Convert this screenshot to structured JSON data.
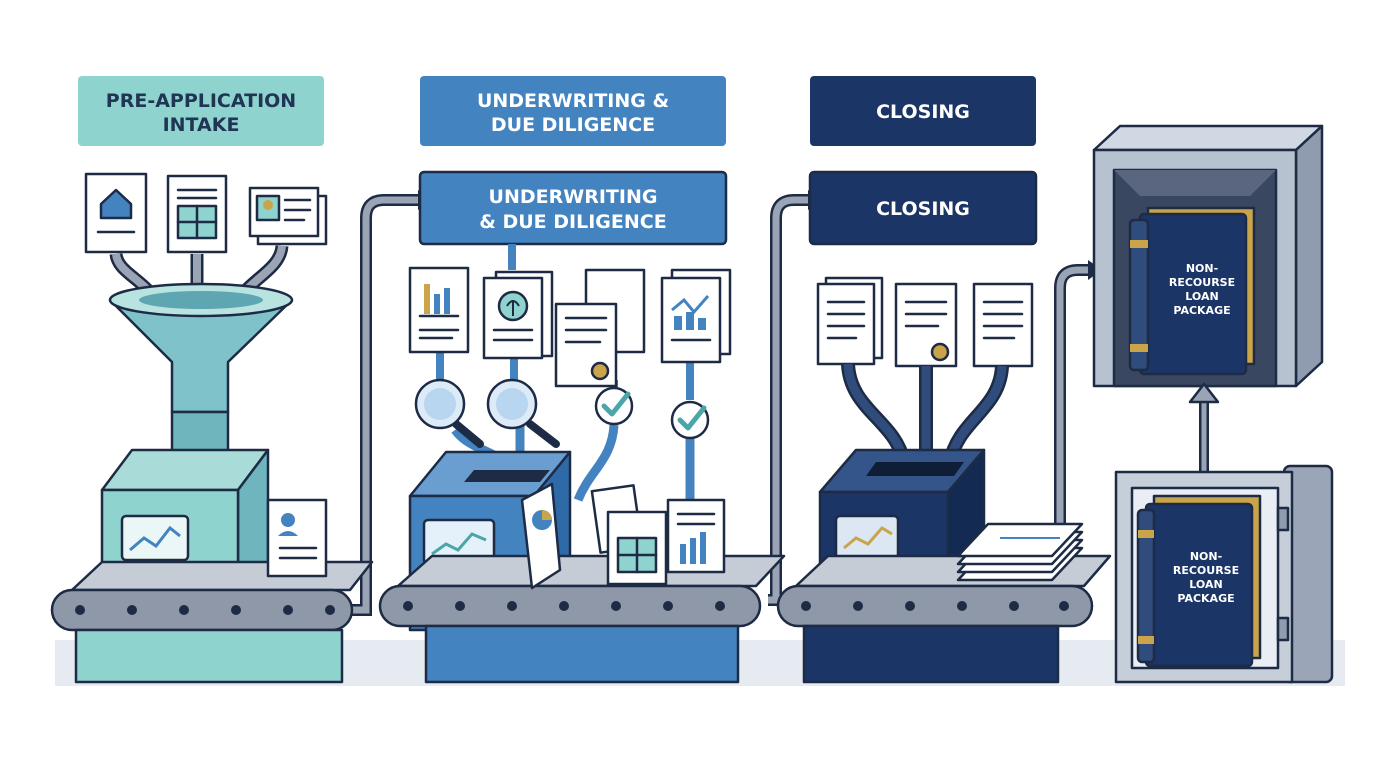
{
  "stages": {
    "intake": {
      "header_line1": "PRE-APPLICATION",
      "header_line2": "INTAKE",
      "color": "#8fd3cf",
      "text_color": "#1f3553"
    },
    "underwriting": {
      "header_line1": "UNDERWRITING &",
      "header_line2": "DUE DILIGENCE",
      "sub_line1": "UNDERWRITING",
      "sub_line2": "& DUE DILIGENCE",
      "color": "#4383bf",
      "text_color": "#ffffff"
    },
    "closing": {
      "header": "CLOSING",
      "sub": "CLOSING",
      "color": "#1b3566",
      "text_color": "#ffffff"
    }
  },
  "vault": {
    "book_line1": "NON-",
    "book_line2": "RECOURSE",
    "book_line3": "LOAN",
    "book_line4": "PACKAGE"
  },
  "safe": {
    "book_line1": "NON-",
    "book_line2": "RECOURSE",
    "book_line3": "LOAN",
    "book_line4": "PACKAGE"
  },
  "colors": {
    "outline": "#1d2b45",
    "conveyor": "#8f98a8",
    "pipe": "#9aa4b4",
    "vault": "#b7c2d1",
    "book": "#1b3566",
    "gold": "#c9a44a"
  }
}
